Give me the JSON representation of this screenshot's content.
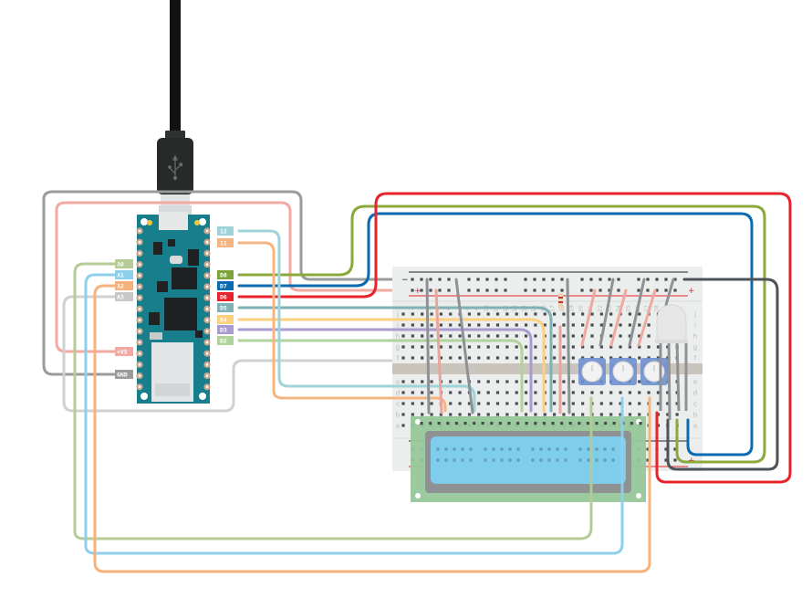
{
  "title": "Arduino Nano breadboard circuit with LCD, potentiometers and RGB LED",
  "board": {
    "name": "Arduino Nano",
    "usb_icon": "usb-icon",
    "right_pins": [
      {
        "label": "12",
        "color": "#9fd3da",
        "text": "#ffffff"
      },
      {
        "label": "11",
        "color": "#f5b581",
        "text": "#ffffff"
      },
      {
        "label": "D8",
        "color": "#7ea33a",
        "text": "#ffffff"
      },
      {
        "label": "D7",
        "color": "#0b6bb0",
        "text": "#ffffff"
      },
      {
        "label": "D6",
        "color": "#e8232b",
        "text": "#ffffff"
      },
      {
        "label": "D5",
        "color": "#7fb1b5",
        "text": "#ffffff"
      },
      {
        "label": "D4",
        "color": "#fbd07e",
        "text": "#ffffff"
      },
      {
        "label": "D3",
        "color": "#a99ad0",
        "text": "#ffffff"
      },
      {
        "label": "D2",
        "color": "#b0d29b",
        "text": "#ffffff"
      }
    ],
    "left_pins": [
      {
        "label": "A0",
        "color": "#b5cc95",
        "text": "#ffffff"
      },
      {
        "label": "A1",
        "color": "#8ed0ec",
        "text": "#ffffff"
      },
      {
        "label": "A2",
        "color": "#f7b27b",
        "text": "#ffffff"
      },
      {
        "label": "A3",
        "color": "#c8c8c8",
        "text": "#ffffff"
      },
      {
        "label": "+V5",
        "color": "#f1a9a0",
        "text": "#ffffff"
      },
      {
        "label": "GND",
        "color": "#9a9c9c",
        "text": "#ffffff"
      }
    ]
  },
  "breadboard": {
    "columns": [
      "1",
      "2",
      "3",
      "4",
      "5",
      "6",
      "7",
      "8",
      "9",
      "10",
      "11",
      "12",
      "13",
      "14",
      "15",
      "16",
      "17",
      "18",
      "19",
      "20",
      "21",
      "22",
      "23",
      "24",
      "25",
      "26",
      "27",
      "28",
      "29",
      "30"
    ],
    "rows_top": [
      "j",
      "i",
      "h",
      "g",
      "f"
    ],
    "rows_bottom": [
      "e",
      "d",
      "c",
      "b",
      "a"
    ],
    "rail_minus": "−",
    "rail_plus": "+"
  },
  "components": {
    "lcd": "16x2 LCD display",
    "potentiometers": 3,
    "rgb_led": "RGB LED",
    "resistor": "resistor"
  },
  "colors": {
    "red": "#e8232b",
    "blue": "#0b6bb0",
    "olive": "#8aa83c",
    "dark_gray": "#4d5359",
    "gray": "#9a9c9c",
    "pink": "#f1a9a0",
    "teal": "#7fb1b5",
    "light_teal": "#9fd3da",
    "orange": "#f5b581",
    "yellow": "#fbd07e",
    "purple": "#a99ad0",
    "light_green": "#b0d29b",
    "board_teal": "#177e8c",
    "breadboard": "#eceeee",
    "lcd_green": "#97c79a",
    "lcd_screen": "#7fcdec",
    "pot_blue": "#6f8fcf"
  }
}
